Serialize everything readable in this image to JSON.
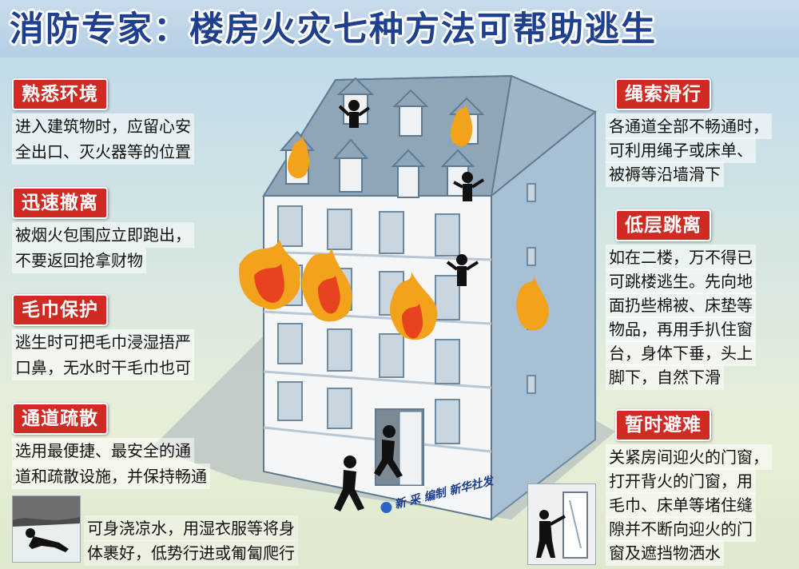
{
  "title": "消防专家：楼房火灾七种方法可帮助逃生",
  "left_tips": [
    {
      "label": "熟悉环境",
      "lines": [
        "进入建筑物时，应留心安",
        "全出口、灭火器等的位置"
      ]
    },
    {
      "label": "迅速撤离",
      "lines": [
        "被烟火包围应立即跑出，",
        "不要返回抢拿财物"
      ]
    },
    {
      "label": "毛巾保护",
      "lines": [
        "逃生时可把毛巾浸湿捂严",
        "口鼻，无水时干毛巾也可"
      ]
    },
    {
      "label": "通道疏散",
      "lines": [
        "选用最便捷、最安全的通",
        "道和疏散设施，并保持畅通"
      ]
    }
  ],
  "bottom_tip": {
    "lines": [
      "可身浇凉水，用湿衣服等将身",
      "体裹好，低势行进或匍匐爬行"
    ]
  },
  "right_tips": [
    {
      "label": "绳索滑行",
      "lines": [
        "各通道全部不畅通时，",
        "可利用绳子或床单、",
        "被褥等沿墙滑下"
      ]
    },
    {
      "label": "低层跳离",
      "lines": [
        "如在二楼，万不得已",
        "可跳楼逃生。先向地",
        "面扔些棉被、床垫等",
        "物品，再用手扒住窗",
        "台，身体下垂，头上",
        "脚下，自然下滑"
      ]
    },
    {
      "label": "暂时避难",
      "lines": [
        "关紧房间迎火的门窗，",
        "打开背火的门窗，用",
        "毛巾、床单等堵住缝",
        "隙并不断向迎火的门",
        "窗及遮挡物洒水"
      ]
    }
  ],
  "credit": "新 采 编制  新华社发",
  "colors": {
    "label_bg": "#cf2b24",
    "title": "#1f3f8f",
    "building_front": "#f4f6f8",
    "building_side": "#a7c0d4",
    "roof": "#9fb4c6",
    "flame": "#f2a21b"
  },
  "icons": [
    "flame-icon",
    "person-silhouette-icon",
    "crawling-person-icon",
    "door-icon"
  ]
}
